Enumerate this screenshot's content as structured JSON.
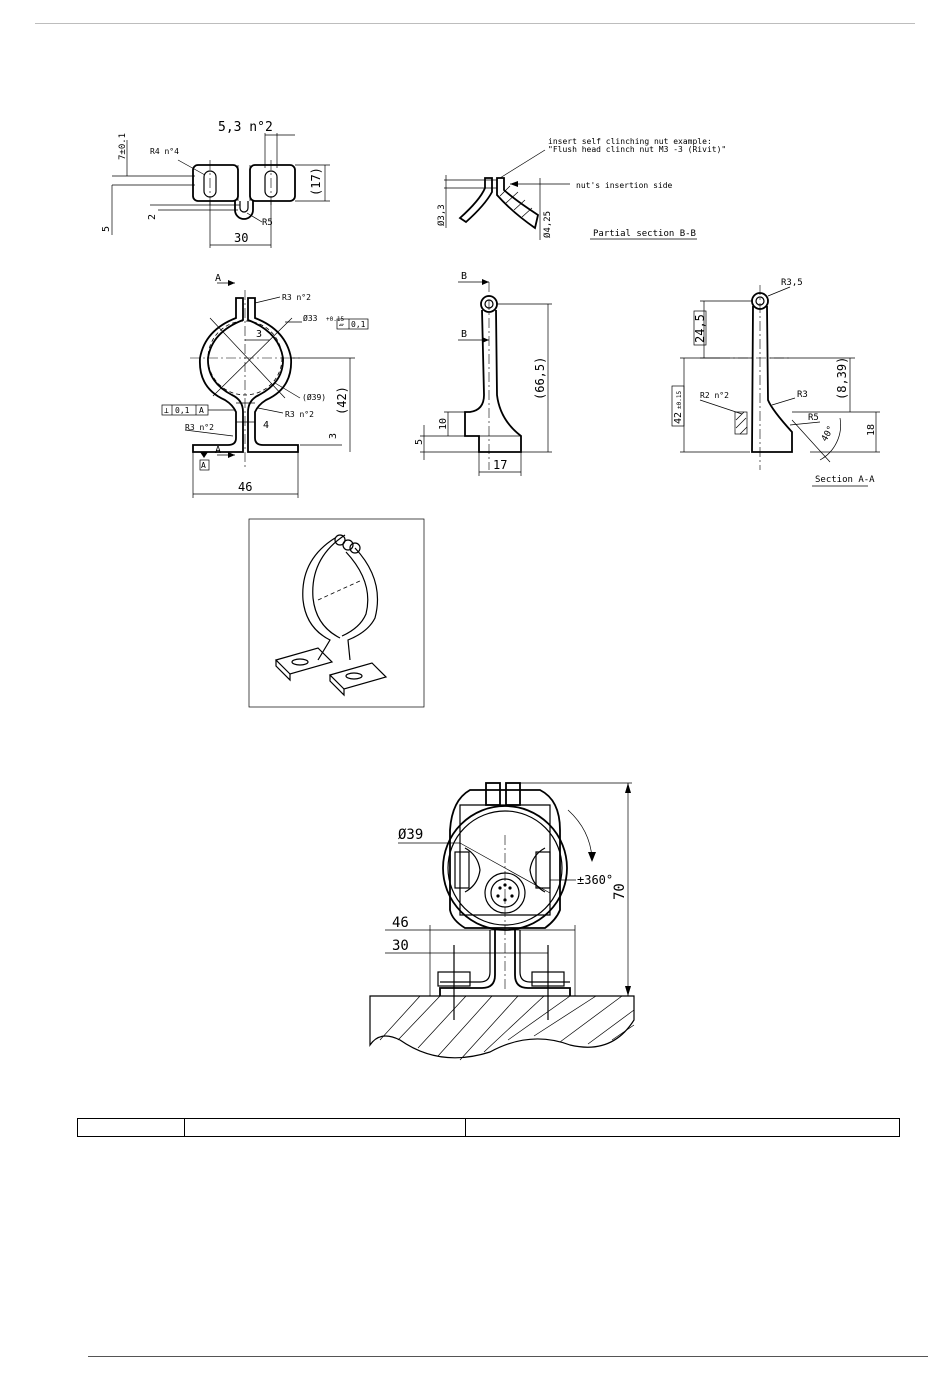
{
  "drawing": {
    "top_view": {
      "slot_dim": "5,3 n°2",
      "radius_4": "R4 n°4",
      "height_tol": "7±0.1",
      "height_17": "(17)",
      "dim_5": "5",
      "dim_2": "2",
      "radius_5": "R5",
      "width_30": "30"
    },
    "section_bb": {
      "note_line1": "insert self clinching nut example:",
      "note_line2": "\"Flush head clinch nut M3 -3 (Rivit)\"",
      "insertion_side": "nut's insertion side",
      "dia_33": "Ø3,3",
      "dia_425": "Ø4,25",
      "title": "Partial section B-B"
    },
    "front_view": {
      "section_a_top": "A",
      "section_a_bottom": "A",
      "radius_3_top": "R3 n°2",
      "dia_33": "Ø33",
      "dia_33_tol": "+0.15",
      "flatness_sym": "▱",
      "flatness_val": "0,1",
      "gap_3": "3",
      "dia_39": "(Ø39)",
      "height_42": "(42)",
      "perp_sym": "⊥",
      "perp_val": "0,1",
      "perp_ref": "A",
      "radius_3_mid": "R3 n°2",
      "dim_4": "4",
      "radius_3_left": "R3 n°2",
      "dim_3b": "3",
      "datum_a": "A",
      "width_46": "46"
    },
    "side_view": {
      "section_b_top": "B",
      "section_b_mid": "B",
      "height_665": "(66,5)",
      "dim_10": "10",
      "dim_5": "5",
      "width_17": "17"
    },
    "section_aa": {
      "radius_35": "R3,5",
      "dim_245": "24,5",
      "dim_839": "(8,39)",
      "dim_42": "42",
      "dim_42_tol": "±0.15",
      "radius_2": "R2 n°2",
      "radius_3": "R3",
      "radius_5": "R5",
      "dim_18": "18",
      "angle_40": "40°",
      "title": "Section A-A"
    },
    "assembly": {
      "dia_39": "Ø39",
      "rotation": "±360°",
      "height_70": "70",
      "width_46": "46",
      "width_30": "30"
    }
  },
  "footer_table": [
    "",
    "",
    ""
  ]
}
